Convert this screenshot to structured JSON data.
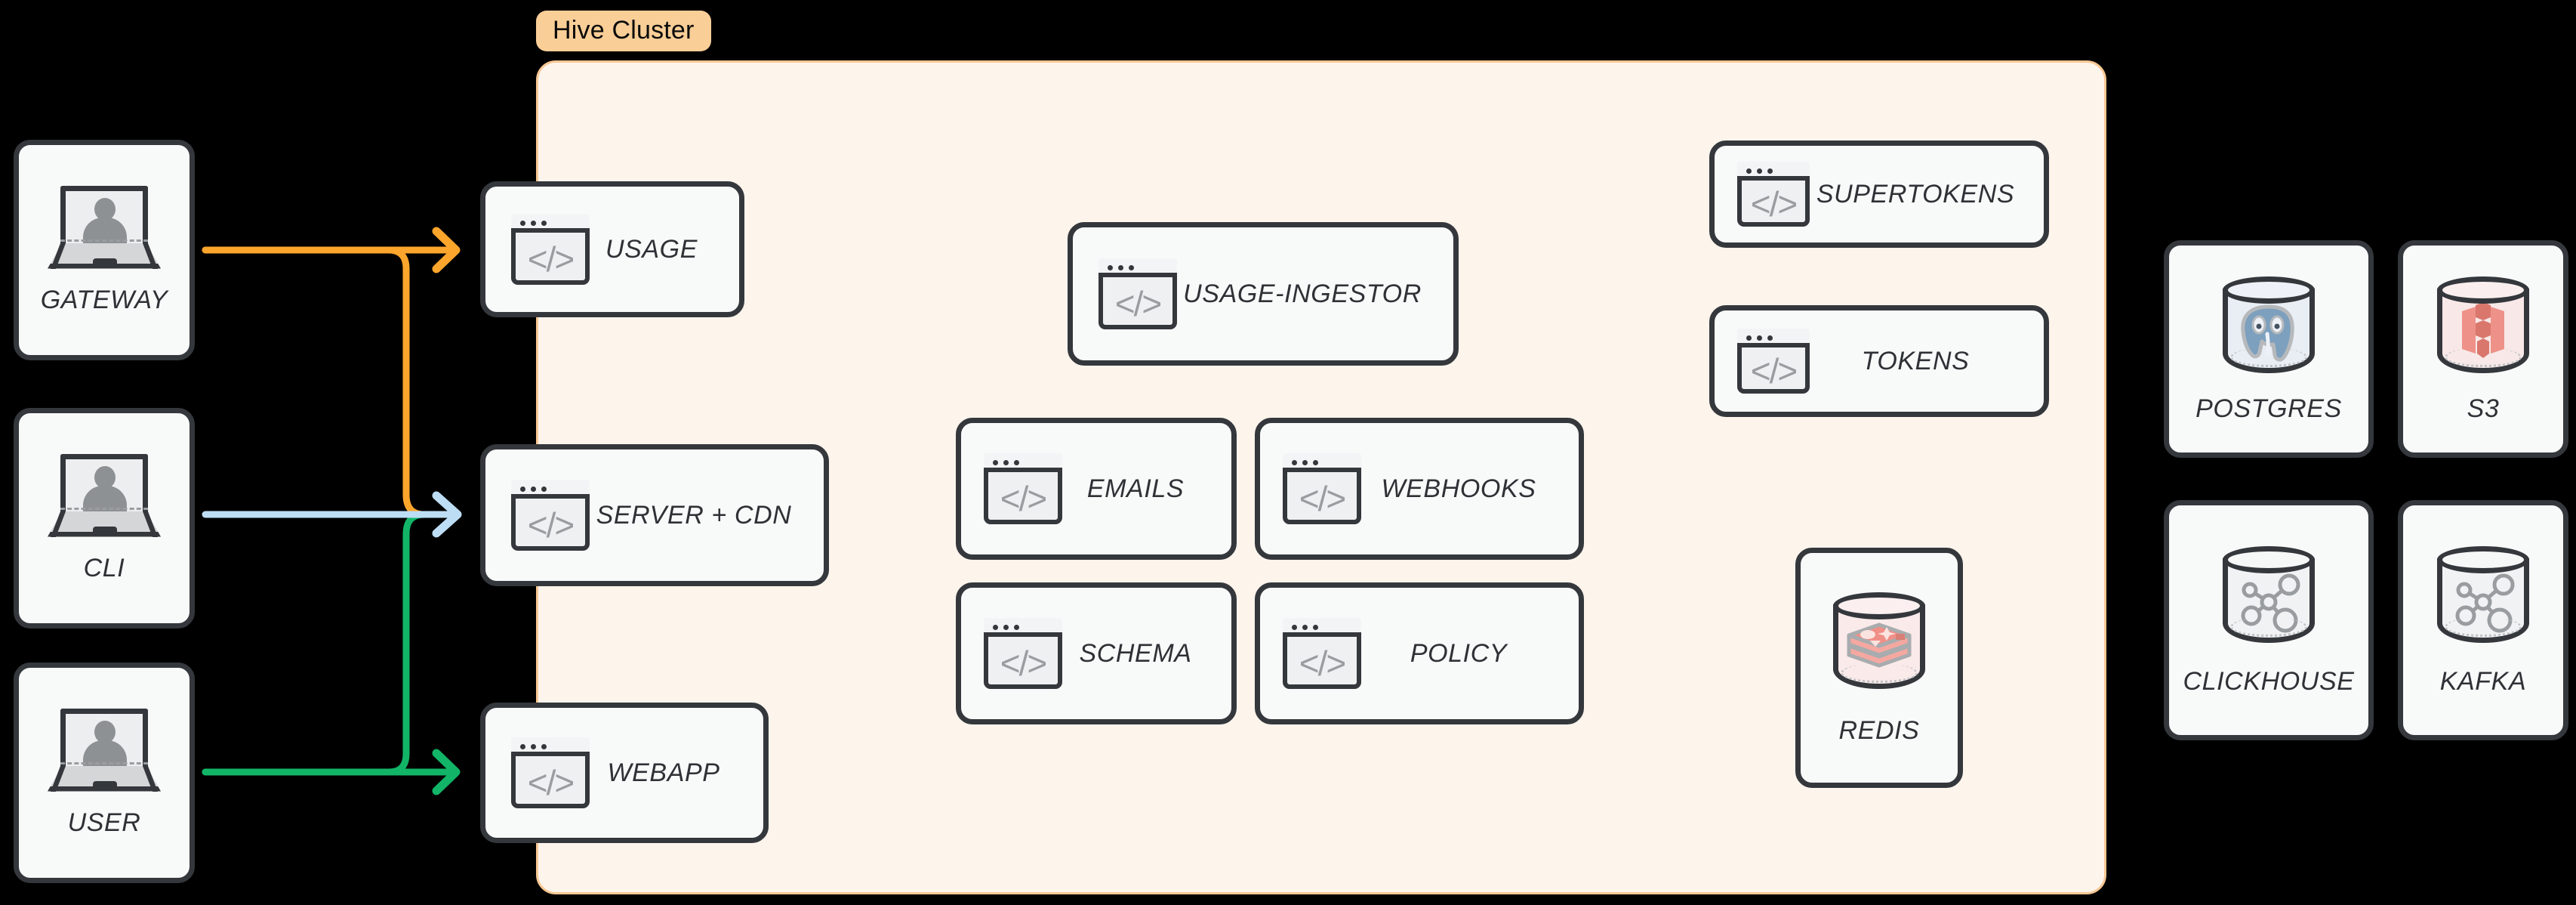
{
  "diagram": {
    "background": "#000000",
    "cluster": {
      "label": "Hive Cluster",
      "badge_color": "#F9CE97",
      "panel_fill": "#FDF4EC",
      "panel_border": "#F7C793"
    },
    "clients": [
      {
        "label": "GATEWAY",
        "icon": "laptop-user-icon"
      },
      {
        "label": "CLI",
        "icon": "laptop-user-icon"
      },
      {
        "label": "USER",
        "icon": "laptop-user-icon"
      }
    ],
    "edge_services": [
      {
        "label": "USAGE",
        "icon": "code-window-icon"
      },
      {
        "label": "SERVER + CDN",
        "icon": "code-window-icon"
      },
      {
        "label": "WEBAPP",
        "icon": "code-window-icon"
      }
    ],
    "core_services": [
      {
        "label": "USAGE-INGESTOR",
        "icon": "code-window-icon"
      },
      {
        "label": "EMAILS",
        "icon": "code-window-icon"
      },
      {
        "label": "WEBHOOKS",
        "icon": "code-window-icon"
      },
      {
        "label": "SCHEMA",
        "icon": "code-window-icon"
      },
      {
        "label": "POLICY",
        "icon": "code-window-icon"
      }
    ],
    "auth_services": [
      {
        "label": "SUPERTOKENS",
        "icon": "code-window-icon"
      },
      {
        "label": "TOKENS",
        "icon": "code-window-icon"
      }
    ],
    "cluster_stores": [
      {
        "label": "REDIS",
        "icon": "redis-cylinder-icon",
        "accent": "#F2A8A0"
      }
    ],
    "external_stores": [
      {
        "label": "POSTGRES",
        "icon": "postgres-cylinder-icon",
        "accent": "#7DA0BE"
      },
      {
        "label": "S3",
        "icon": "s3-cylinder-icon",
        "accent": "#E8897E"
      },
      {
        "label": "CLICKHOUSE",
        "icon": "generic-db-cylinder-icon",
        "accent": "#9A9DA0"
      },
      {
        "label": "KAFKA",
        "icon": "generic-db-cylinder-icon",
        "accent": "#9A9DA0"
      }
    ],
    "connections": [
      {
        "from": "GATEWAY",
        "to": "USAGE",
        "color": "#FBA52C",
        "arrow": true
      },
      {
        "from": "GATEWAY",
        "to": "SERVER + CDN",
        "color": "#FBA52C",
        "arrow": false
      },
      {
        "from": "CLI",
        "to": "SERVER + CDN",
        "color": "#BDDDF5",
        "arrow": true
      },
      {
        "from": "USER",
        "to": "SERVER + CDN",
        "color": "#12B567",
        "arrow": false
      },
      {
        "from": "USER",
        "to": "WEBAPP",
        "color": "#12B567",
        "arrow": true
      }
    ],
    "colors": {
      "orange_flow": "#FBA52C",
      "blue_flow": "#BDDDF5",
      "green_flow": "#12B567",
      "card_border": "#34373B",
      "card_fill": "#F8F9F9",
      "icon_gray": "#9A9DA0"
    }
  }
}
